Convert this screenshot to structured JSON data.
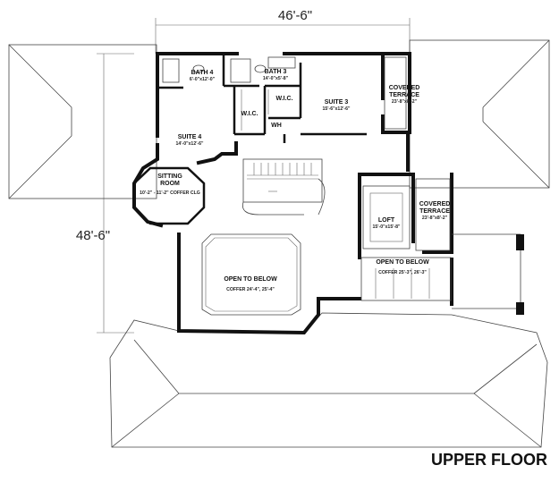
{
  "dimensions": {
    "width": "46'-6\"",
    "depth": "48'-6\""
  },
  "title": "UPPER FLOOR",
  "rooms": {
    "bath4": {
      "name": "BATH 4",
      "size": "6'-0\"x12'-0\""
    },
    "bath3": {
      "name": "BATH 3",
      "size": "14'-0\"x5'-8\""
    },
    "suite3": {
      "name": "SUITE 3",
      "size": "15'-6\"x12'-6\""
    },
    "covered_terrace_top": {
      "name1": "COVERED",
      "name2": "TERRACE",
      "size": "23'-8\"x8'-2\""
    },
    "suite4": {
      "name": "SUITE 4",
      "size": "14'-0\"x12'-6\""
    },
    "wic_left": {
      "name": "W.I.C."
    },
    "wic_right": {
      "name": "W.I.C."
    },
    "wh": {
      "name": "WH"
    },
    "sitting_room": {
      "name1": "SITTING",
      "name2": "ROOM",
      "size": "10'-2\" - 11'-2\" COFFER CLG"
    },
    "loft": {
      "name": "LOFT",
      "size": "15'-0\"x15'-8\""
    },
    "covered_terrace_right": {
      "name1": "COVERED",
      "name2": "TERRACE",
      "size": "23'-8\"x8'-2\""
    },
    "open_below_right": {
      "name": "OPEN TO BELOW",
      "size": "COFFER 25'-3\", 26'-3\""
    },
    "open_below_main": {
      "name": "OPEN TO BELOW",
      "size": "COFFER 24'-4\", 25'-4\""
    }
  }
}
